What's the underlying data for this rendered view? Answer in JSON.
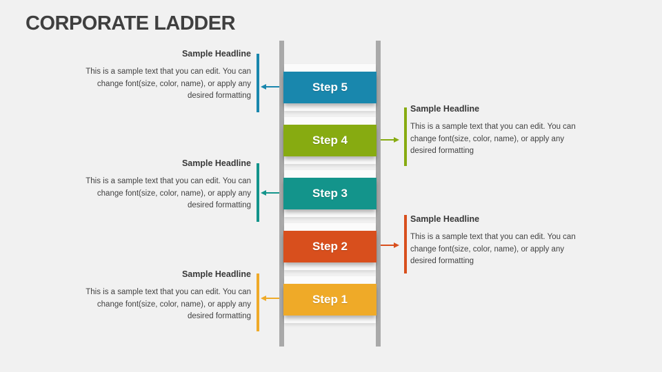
{
  "slide": {
    "title": "CORPORATE LADDER",
    "background_color": "#f1f1f1"
  },
  "ladder": {
    "rail_color": "#a9a9a9",
    "steps": [
      {
        "label": "Step 5",
        "color": "#1987ad"
      },
      {
        "label": "Step 4",
        "color": "#87ab11"
      },
      {
        "label": "Step 3",
        "color": "#13948b"
      },
      {
        "label": "Step 2",
        "color": "#d84f1d"
      },
      {
        "label": "Step 1",
        "color": "#efaa28"
      }
    ]
  },
  "callouts": [
    {
      "step": "Step 5",
      "side": "left",
      "accent": "#1987ad",
      "headline": "Sample Headline",
      "body": "This is a sample text that you can edit. You can change font(size, color, name), or apply any desired formatting"
    },
    {
      "step": "Step 4",
      "side": "right",
      "accent": "#87ab11",
      "headline": "Sample Headline",
      "body": "This is a sample text that you can edit. You can change font(size, color, name), or apply any desired formatting"
    },
    {
      "step": "Step 3",
      "side": "left",
      "accent": "#13948b",
      "headline": "Sample Headline",
      "body": "This is a sample text that you can edit. You can change font(size, color, name), or apply any desired formatting"
    },
    {
      "step": "Step 2",
      "side": "right",
      "accent": "#d84f1d",
      "headline": "Sample Headline",
      "body": "This is a sample text that you can edit. You can change font(size, color, name), or apply any desired formatting"
    },
    {
      "step": "Step 1",
      "side": "left",
      "accent": "#efaa28",
      "headline": "Sample Headline",
      "body": "This is a sample text that you can edit. You can change font(size, color, name), or apply any desired formatting"
    }
  ]
}
